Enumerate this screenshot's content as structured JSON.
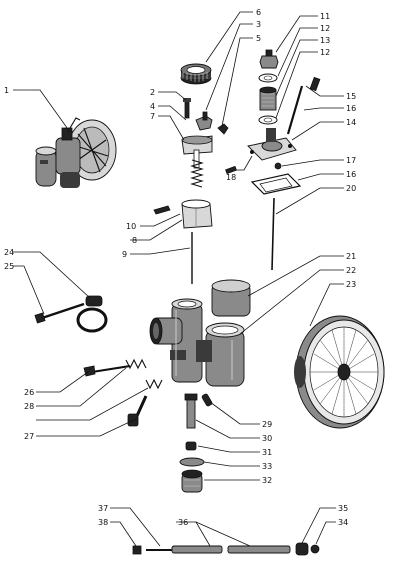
{
  "diagram": {
    "labels": [
      {
        "id": "1",
        "text": "1"
      },
      {
        "id": "2",
        "text": "2"
      },
      {
        "id": "3",
        "text": "3"
      },
      {
        "id": "4",
        "text": "4"
      },
      {
        "id": "5",
        "text": "5"
      },
      {
        "id": "6",
        "text": "6"
      },
      {
        "id": "7",
        "text": "7"
      },
      {
        "id": "8",
        "text": "8"
      },
      {
        "id": "9",
        "text": "9"
      },
      {
        "id": "10",
        "text": "10"
      },
      {
        "id": "11",
        "text": "11"
      },
      {
        "id": "12a",
        "text": "12"
      },
      {
        "id": "12b",
        "text": "12"
      },
      {
        "id": "13",
        "text": "13"
      },
      {
        "id": "14",
        "text": "14"
      },
      {
        "id": "15",
        "text": "15"
      },
      {
        "id": "16a",
        "text": "16"
      },
      {
        "id": "16b",
        "text": "16"
      },
      {
        "id": "17",
        "text": "17"
      },
      {
        "id": "18",
        "text": "18"
      },
      {
        "id": "20",
        "text": "20"
      },
      {
        "id": "21",
        "text": "21"
      },
      {
        "id": "22",
        "text": "22"
      },
      {
        "id": "23",
        "text": "23"
      },
      {
        "id": "24",
        "text": "24"
      },
      {
        "id": "25",
        "text": "25"
      },
      {
        "id": "26",
        "text": "26"
      },
      {
        "id": "27",
        "text": "27"
      },
      {
        "id": "28",
        "text": "28"
      },
      {
        "id": "29",
        "text": "29"
      },
      {
        "id": "30",
        "text": "30"
      },
      {
        "id": "31",
        "text": "31"
      },
      {
        "id": "32",
        "text": "32"
      },
      {
        "id": "33",
        "text": "33"
      },
      {
        "id": "34",
        "text": "34"
      },
      {
        "id": "35",
        "text": "35"
      },
      {
        "id": "36",
        "text": "36"
      },
      {
        "id": "37",
        "text": "37"
      },
      {
        "id": "38",
        "text": "38"
      }
    ]
  }
}
